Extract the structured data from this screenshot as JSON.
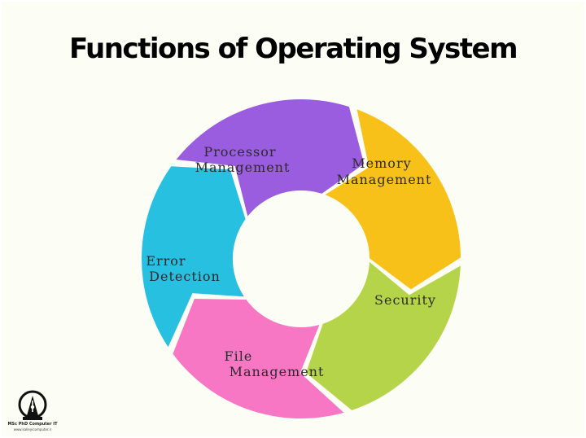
{
  "title": "Functions of Operating System",
  "segments": [
    {
      "label_lines": [
        "Processor",
        "Management"
      ],
      "color": "#9b5de0"
    },
    {
      "label_lines": [
        "Memory",
        "Management"
      ],
      "color": "#f8c11a"
    },
    {
      "label_lines": [
        "Security"
      ],
      "color": "#b6d44a"
    },
    {
      "label_lines": [
        "File",
        "Management"
      ],
      "color": "#f877c4"
    },
    {
      "label_lines": [
        "Error",
        "Detection"
      ],
      "color": "#27c0e0"
    }
  ],
  "colors": {
    "background": "#fcfdf4",
    "title": "#000000",
    "center": "#fcfdf4"
  },
  "logo": {
    "icon": "fountain-pen-nib-icon",
    "name": "MSc PhD Computer IT",
    "url": "www.kalleyicomputer.ir"
  }
}
